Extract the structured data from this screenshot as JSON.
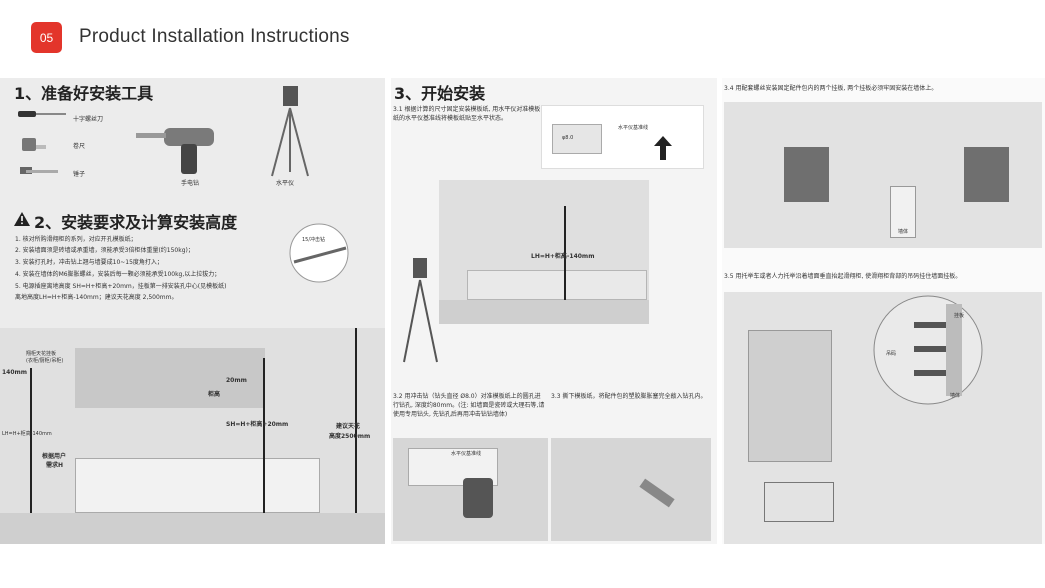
{
  "header": {
    "number": "05",
    "title": "Product Installation Instructions"
  },
  "section1": {
    "title": "1、准备好安装工具",
    "tools": [
      {
        "label": "十字螺丝刀",
        "icon": "screwdriver-icon"
      },
      {
        "label": "卷尺",
        "icon": "tape-measure-icon"
      },
      {
        "label": "锤子",
        "icon": "hammer-icon"
      },
      {
        "label": "手电钻",
        "icon": "drill-icon"
      },
      {
        "label": "水平仪",
        "icon": "laser-level-icon"
      }
    ]
  },
  "section2": {
    "title": "2、安装要求及计算安装高度",
    "items": [
      "1. 核对所购滑翔柜的系列，对应开孔模板纸；",
      "2. 安装墙面须是砖墙或承重墙，须能承受3倍柜体重量(约150kg)；",
      "3. 安装打孔时，冲击钻上翘与墙要成10~15度角打入；",
      "4. 安装在墙体的M6膨胀螺丝，安装后每一颗必须能承受100kg,以上拉拔力；",
      "5. 电源插座离地高度 SH=H+柜高+20mm，挂板第一排安装孔中心(见模板纸)",
      "   离地高度LH=H+柜高-140mm；建议天花高度 2,500mm。"
    ],
    "drill_note": "15/冲击钻",
    "diagram": {
      "ceiling_label": "翔柜天花挂板",
      "ceiling_sub": "(衣柜/厨柜/吊柜)",
      "dim_140": "140mm",
      "dim_20": "20mm",
      "cabinet_height": "柜高",
      "lh": "LH=H+柜高-140mm",
      "sh": "SH=H+柜高+20mm",
      "user_h_1": "根据用户",
      "user_h_2": "需求H",
      "ceiling_h_1": "建议天花",
      "ceiling_h_2": "高度2500mm"
    }
  },
  "section3": {
    "title": "3、开始安装",
    "step31": "3.1  根据计算的尺寸固定安装模板纸, 用水平仪对准模板纸的水平仪基准线将模板纸贴至水平状态。",
    "template_label": "水平仪基准线",
    "template_hole": "φ8.0",
    "lh_label": "LH=H+柜高-140mm",
    "step32": "3.2  用冲击钻（钻头直径 Ø8.0）对准模板纸上的圆孔进行钻孔, 深度约80mm。(注: 如墙面是瓷砖或大理石等,请使用专用钻头, 先钻孔后再用冲击钻钻墙体)",
    "step32_tag": "水平仪基准线",
    "step33": "3.3  撕下模板纸，将配件包的塑胶膨胀塞完全敲入钻孔内。",
    "step34": "3.4  用配套螺丝安装固定配件包内的两个挂板, 两个挂板必须牢固安装在墙体上。",
    "step34_wall": "墙体",
    "step35": "3.5  用托举车或者人力托举沿着墙面垂直抬起滑翔柜, 使滑翔柜背部的吊码挂住墙面挂板。",
    "step35_labels": {
      "hanger_plate": "挂板",
      "hook": "吊码",
      "wall": "墙体"
    }
  }
}
